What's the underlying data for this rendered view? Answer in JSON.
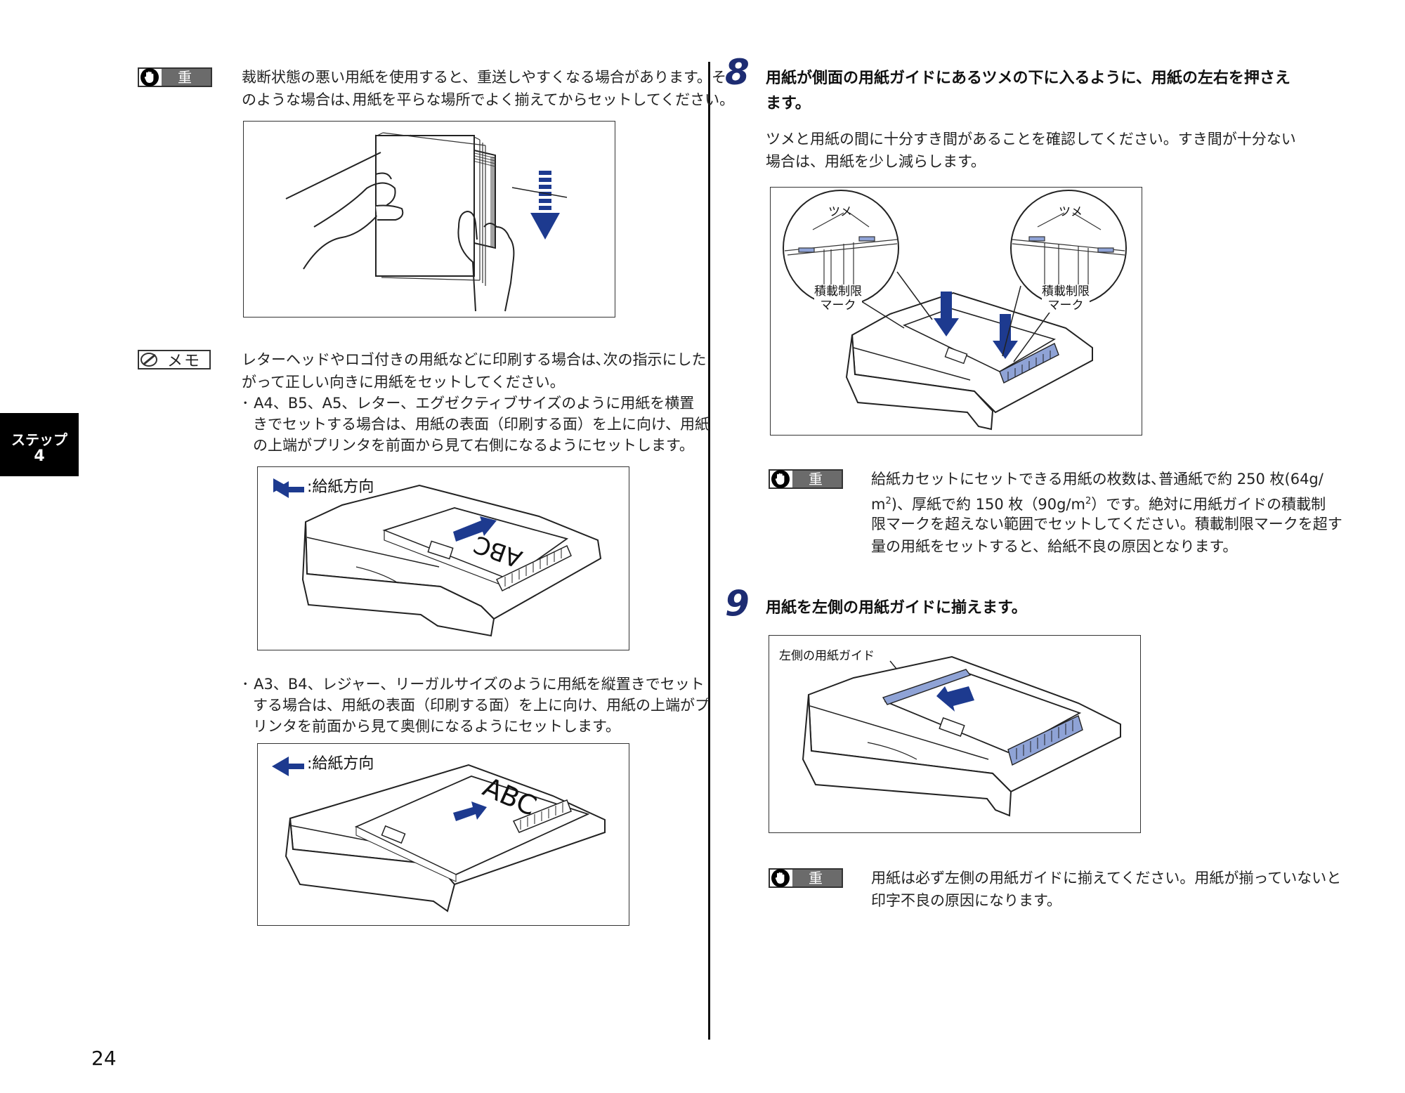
{
  "side_tab": {
    "line1": "ステップ",
    "line2": "4"
  },
  "page_number": "24",
  "left": {
    "important1": {
      "badge": "重要",
      "line1": "裁断状態の悪い用紙を使用すると、重送しやすくなる場合があります。そ",
      "line2": "のような場合は､用紙を平らな場所でよく揃えてからセットしてください。"
    },
    "memo": {
      "badge": "メモ",
      "line1": "レターヘッドやロゴ付きの用紙などに印刷する場合は､次の指示にした",
      "line2": "がって正しい向きに用紙をセットしてください。",
      "bullet1_line1": "･ A4、B5、A5、レター、エグゼクティブサイズのように用紙を横置",
      "bullet1_line2": "きでセットする場合は、用紙の表面（印刷する面）を上に向け、用紙",
      "bullet1_line3": "の上端がプリンタを前面から見て右側になるようにセットします。",
      "bullet2_line1": "･ A3、B4、レジャー、リーガルサイズのように用紙を縦置きでセット",
      "bullet2_line2": "する場合は、用紙の表面（印刷する面）を上に向け、用紙の上端がプ",
      "bullet2_line3": "リンタを前面から見て奥側になるようにセットします。"
    },
    "fig_feed1_label": ":給紙方向",
    "fig_feed2_label": ":給紙方向",
    "fig_paper_text": "ABC"
  },
  "right": {
    "step8": {
      "number": "8",
      "heading_line1": "用紙が側面の用紙ガイドにあるツメの下に入るように、用紙の左右を押さえ",
      "heading_line2": "ます。",
      "body_line1": "ツメと用紙の間に十分すき間があることを確認してください。すき間が十分ない",
      "body_line2": "場合は、用紙を少し減らします。",
      "fig_tsume_left": "ツメ",
      "fig_tsume_right": "ツメ",
      "fig_limit_left_1": "積載制限",
      "fig_limit_left_2": "マーク",
      "fig_limit_right_1": "積載制限",
      "fig_limit_right_2": "マーク"
    },
    "important2": {
      "badge": "重要",
      "line1": "給紙カセットにセットできる用紙の枚数は､普通紙で約 250 枚(64g/",
      "line2_a": "m",
      "line2_sup": "2",
      "line2_b": ")、厚紙で約 150 枚（90g/m",
      "line2_sup2": "2",
      "line2_c": "）です。絶対に用紙ガイドの積載制",
      "line3": "限マークを超えない範囲でセットしてください。積載制限マークを超す",
      "line4": "量の用紙をセットすると、給紙不良の原因となります。"
    },
    "step9": {
      "number": "9",
      "heading": "用紙を左側の用紙ガイドに揃えます。",
      "fig_label": "左側の用紙ガイド"
    },
    "important3": {
      "badge": "重要",
      "line1": "用紙は必ず左側の用紙ガイドに揃えてください。用紙が揃っていないと",
      "line2": "印字不良の原因になります。"
    }
  },
  "colors": {
    "accent_blue": "#1d3a8f",
    "tab_bg": "#000000",
    "guide_blue": "#8fa3d6"
  }
}
